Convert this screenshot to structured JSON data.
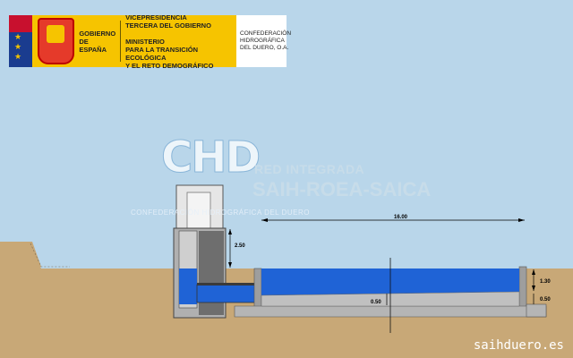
{
  "banner": {
    "ministry_left": "GOBIERNO\nDE ESPAÑA",
    "ministry_right": "VICEPRESIDENCIA\nTERCERA DEL GOBIERNO\n\nMINISTERIO\nPARA LA TRANSICIÓN ECOLÓGICA\nY EL RETO DEMOGRÁFICO",
    "confederation": "CONFEDERACIÓN\nHIDROGRÁFICA\nDEL DUERO, O.A."
  },
  "watermark": {
    "letters": "CHD",
    "line1": "RED INTEGRADA",
    "line2": "SAIH-ROEA-SAICA",
    "line3": "CONFEDERACIÓN HIDROGRÁFICA DEL DUERO"
  },
  "dimensions": {
    "length": "16.00",
    "tower_height": "2.50",
    "water_depth": "1.30",
    "base_right": "0.50",
    "base_center": "0.50"
  },
  "footer": {
    "site": "saihduero.es"
  },
  "colors": {
    "sky": "#b9d6ea",
    "ground": "#c8a877",
    "water": "#1f63d6",
    "concrete": "#a8a8a8"
  }
}
